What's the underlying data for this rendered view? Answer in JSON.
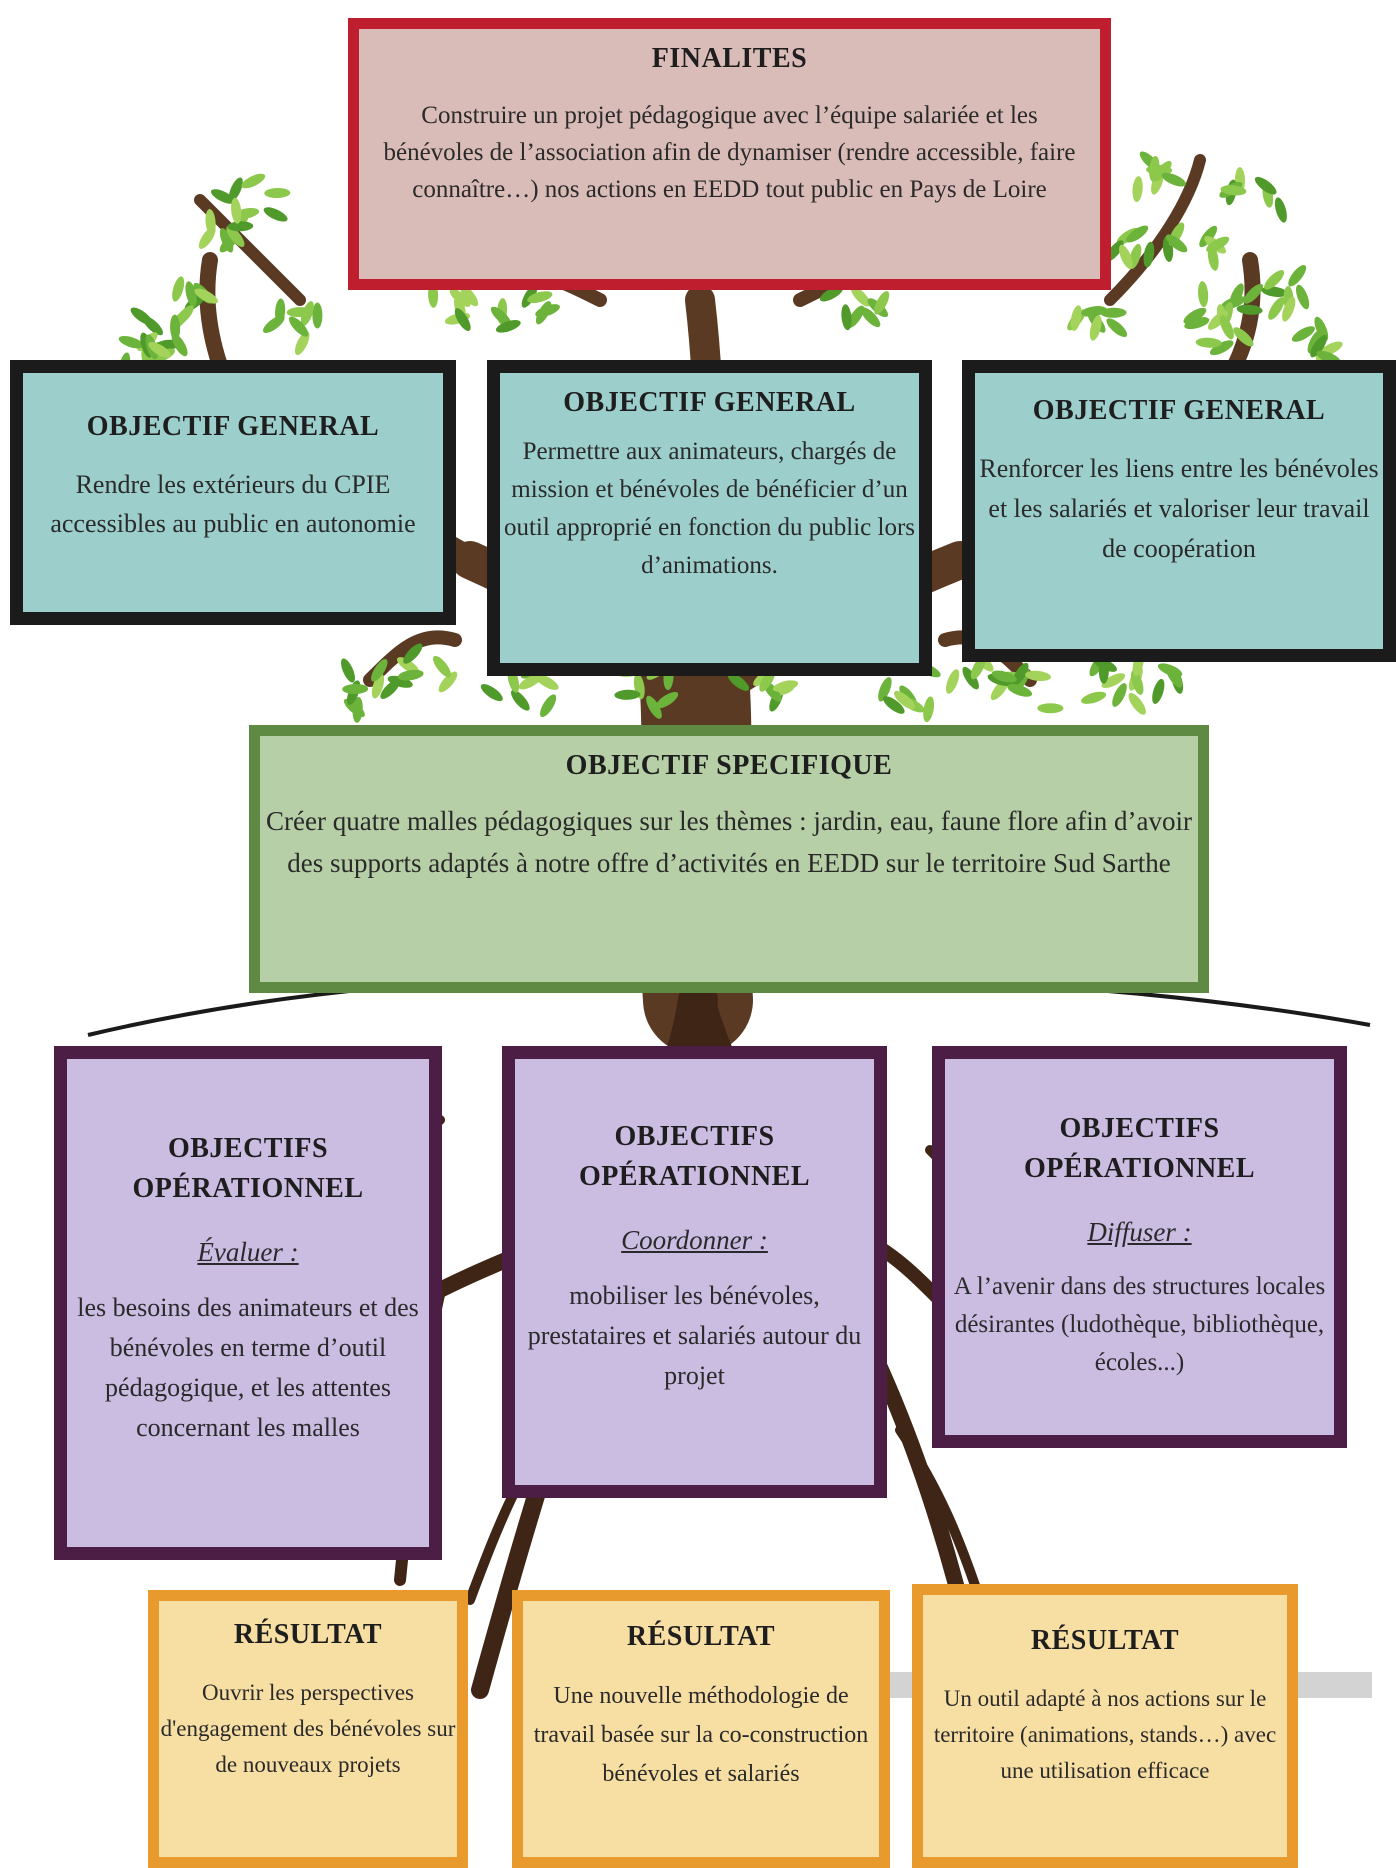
{
  "finalites": {
    "title": "FINALITES",
    "text": "Construire un projet pédagogique avec l’équipe salariée et les bénévoles de l’association afin de dynamiser (rendre accessible, faire connaître…)  nos actions en EEDD tout public en Pays de Loire"
  },
  "objectifs_generaux": [
    {
      "title": "OBJECTIF GENERAL",
      "text": "Rendre les extérieurs du CPIE accessibles au public en autonomie"
    },
    {
      "title": "OBJECTIF GENERAL",
      "text": "Permettre aux animateurs, chargés de mission et bénévoles de bénéficier d’un outil approprié en fonction du public lors d’animations."
    },
    {
      "title": "OBJECTIF GENERAL",
      "text": "Renforcer les liens entre les bénévoles et les salariés et valoriser leur travail de coopération"
    }
  ],
  "objectif_specifique": {
    "title": "OBJECTIF SPECIFIQUE",
    "text": "Créer quatre malles pédagogiques sur les thèmes : jardin, eau, faune flore afin d’avoir des supports adaptés à notre offre d’activités en EEDD sur le territoire Sud Sarthe"
  },
  "objectifs_operationnels": [
    {
      "title": "OBJECTIFS OPÉRATIONNEL",
      "verb": "Évaluer :",
      "text": "les besoins des animateurs et des bénévoles en terme d’outil pédagogique, et les attentes concernant les malles"
    },
    {
      "title": "OBJECTIFS OPÉRATIONNEL",
      "verb": " Coordonner :",
      "text": "mobiliser les bénévoles, prestataires et salariés autour du projet"
    },
    {
      "title": "OBJECTIFS OPÉRATIONNEL",
      "verb": "Diffuser :",
      "text": "A l’avenir dans des structures locales désirantes (ludothèque, bibliothèque, écoles...)"
    }
  ],
  "resultats": [
    {
      "title": "RÉSULTAT",
      "text": "Ouvrir les perspectives d'engagement des bénévoles sur de nouveaux projets"
    },
    {
      "title": "RÉSULTAT",
      "text": "Une nouvelle méthodologie de travail basée sur la co-construction bénévoles et salariés"
    },
    {
      "title": "RÉSULTAT",
      "text": "Un outil adapté à nos actions sur le territoire (animations, stands…) avec une utilisation efficace"
    }
  ],
  "colors": {
    "finalites_fill": "#d9bcb8",
    "finalites_border": "#be1e2d",
    "general_fill": "#9ccfcb",
    "general_border": "#1b1b1b",
    "specifique_fill": "#b7cfa7",
    "specifique_border": "#5e8a44",
    "operationnel_fill": "#cbbce2",
    "operationnel_border": "#4d1e45",
    "resultat_fill": "#f7dea3",
    "resultat_border": "#e89a2c",
    "trunk": "#5b3a23",
    "leaf": "#6bb33a"
  }
}
